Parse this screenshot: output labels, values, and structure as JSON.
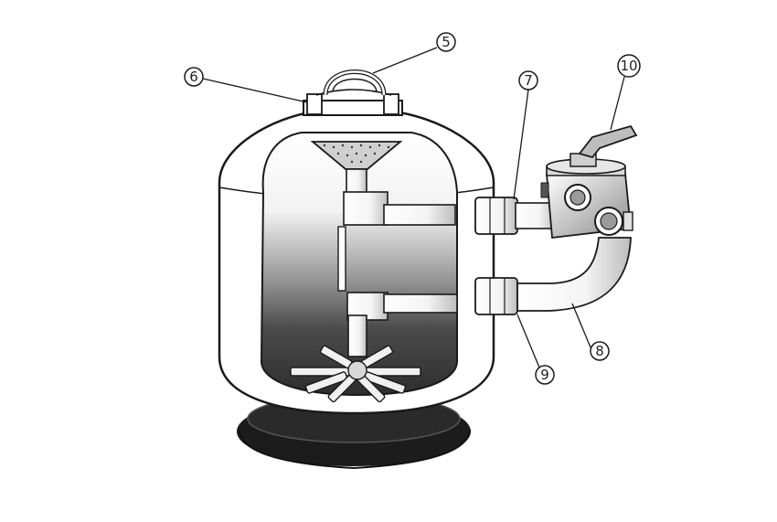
{
  "diagram": {
    "callouts": [
      {
        "id": "c5",
        "label": "5"
      },
      {
        "id": "c6",
        "label": "6"
      },
      {
        "id": "c7",
        "label": "7"
      },
      {
        "id": "c8",
        "label": "8"
      },
      {
        "id": "c9",
        "label": "9"
      },
      {
        "id": "c10",
        "label": "10"
      }
    ]
  },
  "colors": {
    "ink": "#1a1a1a",
    "tank_fill": "#ffffff",
    "base_fill": "#1c1c1c",
    "sand_dark": "#3a3a3a",
    "sand_light": "#e6e6e6"
  }
}
